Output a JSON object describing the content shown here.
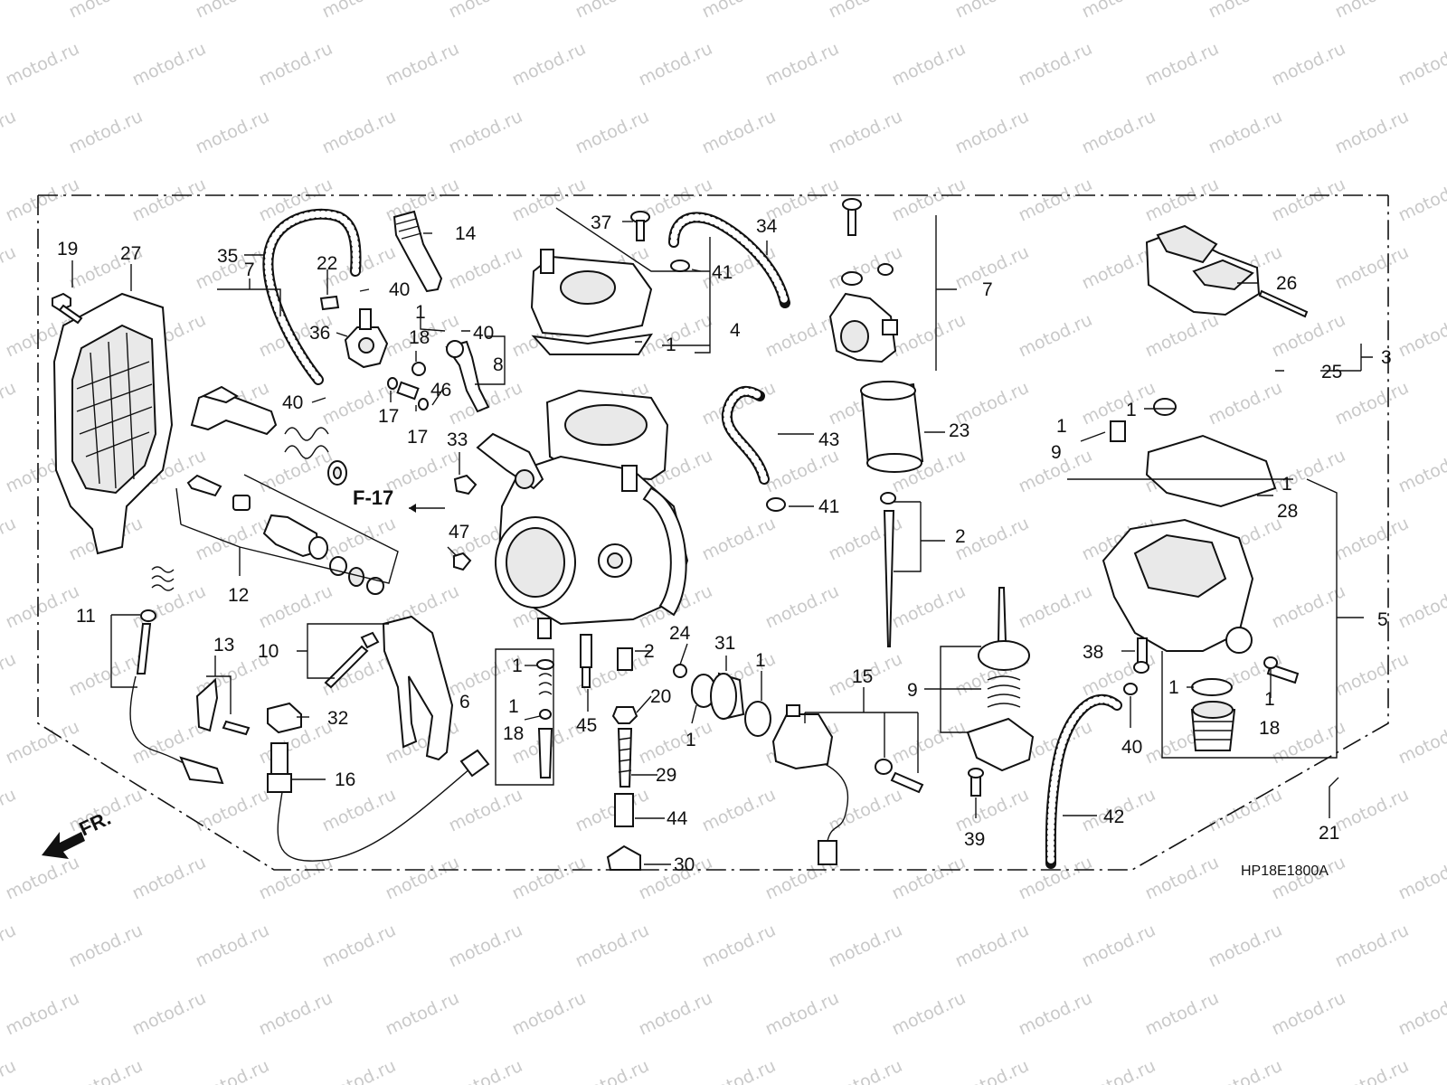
{
  "watermark": {
    "text": "motod.ru",
    "color": "#c9c9c9"
  },
  "drawing_code": "HP18E1800A",
  "reference_label": "F-17",
  "front_arrow_label": "FR.",
  "callouts": [
    {
      "id": "c19",
      "text": "19"
    },
    {
      "id": "c27",
      "text": "27"
    },
    {
      "id": "c35",
      "text": "35"
    },
    {
      "id": "c22",
      "text": "22"
    },
    {
      "id": "c40a",
      "text": "40"
    },
    {
      "id": "c14",
      "text": "14"
    },
    {
      "id": "c1a",
      "text": "1"
    },
    {
      "id": "c36",
      "text": "36"
    },
    {
      "id": "c18a",
      "text": "18"
    },
    {
      "id": "c40b",
      "text": "40"
    },
    {
      "id": "c8",
      "text": "8"
    },
    {
      "id": "c7a",
      "text": "7"
    },
    {
      "id": "c40c",
      "text": "40"
    },
    {
      "id": "c17a",
      "text": "17"
    },
    {
      "id": "c46",
      "text": "46"
    },
    {
      "id": "c17b",
      "text": "17"
    },
    {
      "id": "c33",
      "text": "33"
    },
    {
      "id": "c37",
      "text": "37"
    },
    {
      "id": "c34",
      "text": "34"
    },
    {
      "id": "c41a",
      "text": "41"
    },
    {
      "id": "c4",
      "text": "4"
    },
    {
      "id": "c1b",
      "text": "1"
    },
    {
      "id": "c7b",
      "text": "7"
    },
    {
      "id": "c26",
      "text": "26"
    },
    {
      "id": "c3",
      "text": "3"
    },
    {
      "id": "c25",
      "text": "25"
    },
    {
      "id": "c43",
      "text": "43"
    },
    {
      "id": "c23",
      "text": "23"
    },
    {
      "id": "c41b",
      "text": "41"
    },
    {
      "id": "c2a",
      "text": "2"
    },
    {
      "id": "c1c",
      "text": "1"
    },
    {
      "id": "c1d",
      "text": "1"
    },
    {
      "id": "c9a",
      "text": "9"
    },
    {
      "id": "c1e",
      "text": "1"
    },
    {
      "id": "c28",
      "text": "28"
    },
    {
      "id": "c5",
      "text": "5"
    },
    {
      "id": "c12",
      "text": "12"
    },
    {
      "id": "c47",
      "text": "47"
    },
    {
      "id": "c11",
      "text": "11"
    },
    {
      "id": "c13",
      "text": "13"
    },
    {
      "id": "c10",
      "text": "10"
    },
    {
      "id": "c32",
      "text": "32"
    },
    {
      "id": "c16",
      "text": "16"
    },
    {
      "id": "c6",
      "text": "6"
    },
    {
      "id": "c1f",
      "text": "1"
    },
    {
      "id": "c1g",
      "text": "1"
    },
    {
      "id": "c18b",
      "text": "18"
    },
    {
      "id": "c45",
      "text": "45"
    },
    {
      "id": "c2b",
      "text": "2"
    },
    {
      "id": "c24",
      "text": "24"
    },
    {
      "id": "c20",
      "text": "20"
    },
    {
      "id": "c31",
      "text": "31"
    },
    {
      "id": "c1h",
      "text": "1"
    },
    {
      "id": "c1i",
      "text": "1"
    },
    {
      "id": "c29",
      "text": "29"
    },
    {
      "id": "c44",
      "text": "44"
    },
    {
      "id": "c30",
      "text": "30"
    },
    {
      "id": "c15",
      "text": "15"
    },
    {
      "id": "c9b",
      "text": "9"
    },
    {
      "id": "c39",
      "text": "39"
    },
    {
      "id": "c38",
      "text": "38"
    },
    {
      "id": "c1j",
      "text": "1"
    },
    {
      "id": "c1k",
      "text": "1"
    },
    {
      "id": "c18c",
      "text": "18"
    },
    {
      "id": "c40d",
      "text": "40"
    },
    {
      "id": "c42",
      "text": "42"
    },
    {
      "id": "c21",
      "text": "21"
    }
  ]
}
